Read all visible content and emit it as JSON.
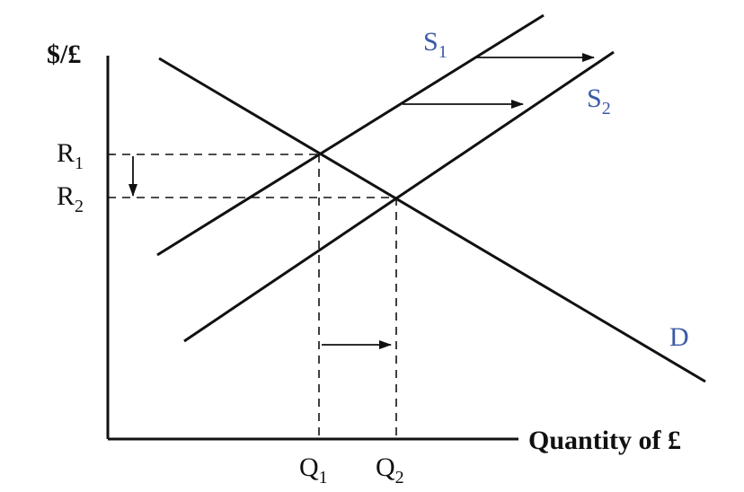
{
  "axes": {
    "y_label": "$/£",
    "x_label": "Quantity of £"
  },
  "curves": {
    "s1_label": "S",
    "s1_sub": "1",
    "s2_label": "S",
    "s2_sub": "2",
    "d_label": "D"
  },
  "rates": {
    "r1_label": "R",
    "r1_sub": "1",
    "r2_label": "R",
    "r2_sub": "2"
  },
  "quantities": {
    "q1_label": "Q",
    "q1_sub": "1",
    "q2_label": "Q",
    "q2_sub": "2"
  },
  "colors": {
    "ink": "#111111",
    "curve_label": "#3b5aa6"
  }
}
